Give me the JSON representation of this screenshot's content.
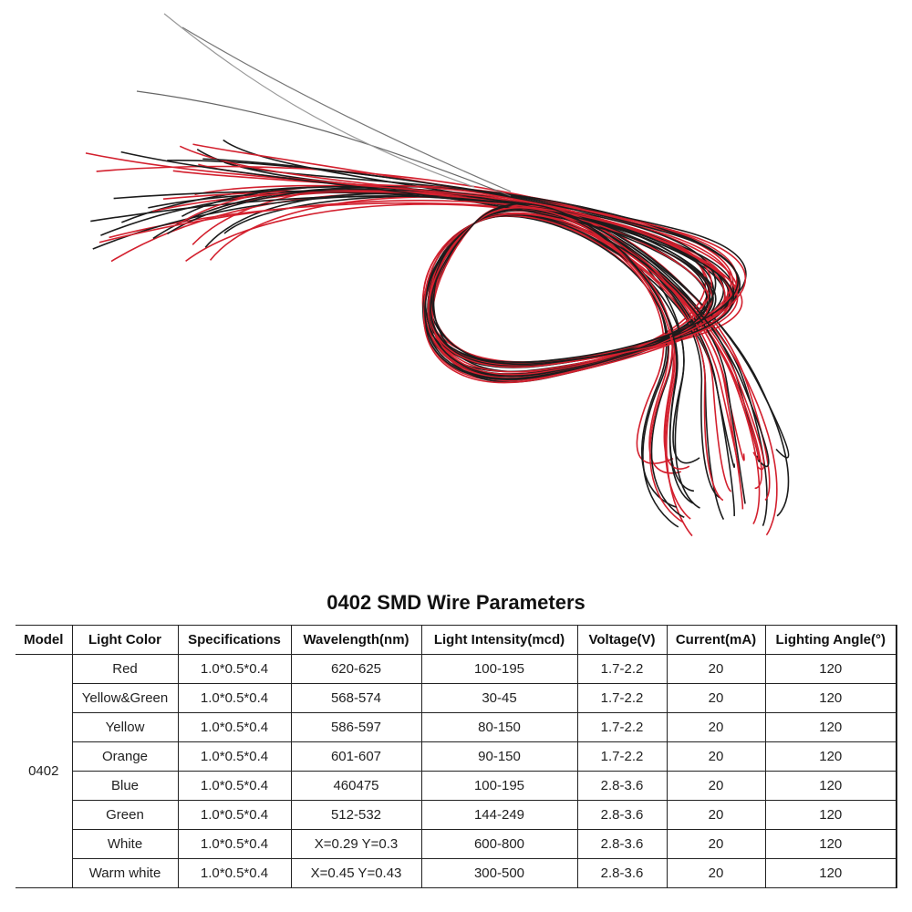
{
  "title": "0402 SMD Wire Parameters",
  "table": {
    "headers": [
      "Model",
      "Light Color",
      "Specifications",
      "Wavelength(nm)",
      "Light Intensity(mcd)",
      "Voltage(V)",
      "Current(mA)",
      "Lighting Angle(°)"
    ],
    "model": "0402",
    "rows": [
      [
        "Red",
        "1.0*0.5*0.4",
        "620-625",
        "100-195",
        "1.7-2.2",
        "20",
        "120"
      ],
      [
        "Yellow&Green",
        "1.0*0.5*0.4",
        "568-574",
        "30-45",
        "1.7-2.2",
        "20",
        "120"
      ],
      [
        "Yellow",
        "1.0*0.5*0.4",
        "586-597",
        "80-150",
        "1.7-2.2",
        "20",
        "120"
      ],
      [
        "Orange",
        "1.0*0.5*0.4",
        "601-607",
        "90-150",
        "1.7-2.2",
        "20",
        "120"
      ],
      [
        "Blue",
        "1.0*0.5*0.4",
        "460475",
        "100-195",
        "2.8-3.6",
        "20",
        "120"
      ],
      [
        "Green",
        "1.0*0.5*0.4",
        "512-532",
        "144-249",
        "2.8-3.6",
        "20",
        "120"
      ],
      [
        "White",
        "1.0*0.5*0.4",
        "X=0.29 Y=0.3",
        "600-800",
        "2.8-3.6",
        "20",
        "120"
      ],
      [
        "Warm white",
        "1.0*0.5*0.4",
        "X=0.45 Y=0.43",
        "300-500",
        "2.8-3.6",
        "20",
        "120"
      ]
    ]
  },
  "colors": {
    "wire_red": "#d3202e",
    "wire_black": "#1c1c1c"
  }
}
